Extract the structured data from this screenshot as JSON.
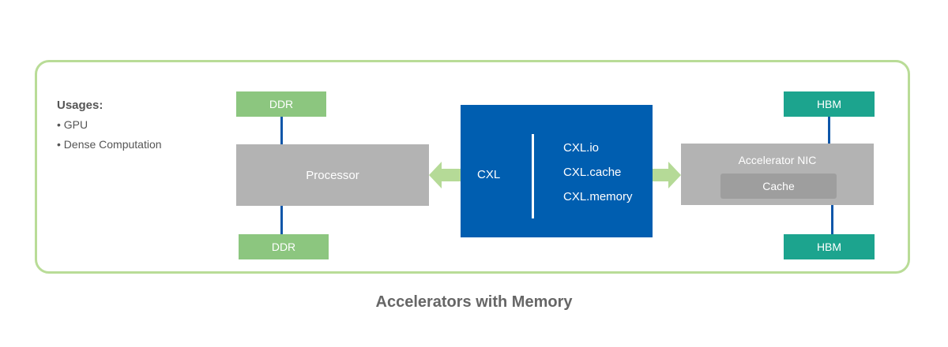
{
  "caption": "Accelerators with Memory",
  "usages": {
    "title": "Usages:",
    "items": [
      "• GPU",
      "• Dense Computation"
    ]
  },
  "host": {
    "ddr_top": "DDR",
    "processor": "Processor",
    "ddr_bottom": "DDR"
  },
  "cxl": {
    "label": "CXL",
    "protocols": [
      "CXL.io",
      "CXL.cache",
      "CXL.memory"
    ]
  },
  "device": {
    "hbm_top": "HBM",
    "accelerator": "Accelerator NIC",
    "cache": "Cache",
    "hbm_bottom": "HBM"
  },
  "colors": {
    "frame": "#b9dc97",
    "ddr": "#8cc67f",
    "hbm": "#1ca48e",
    "cxl": "#005eb0",
    "component": "#b3b3b3",
    "arrow": "#b5da97",
    "link": "#0e56a9"
  }
}
